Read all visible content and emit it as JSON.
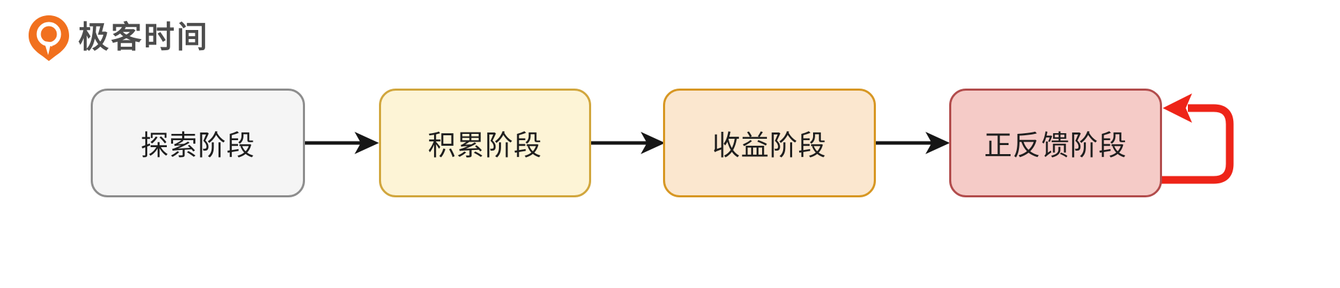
{
  "brand": {
    "name": "极客时间",
    "logo_color": "#f1701e",
    "text_color": "#4d4d4d"
  },
  "flow": {
    "stages": [
      {
        "id": "explore",
        "label": "探索阶段",
        "fill": "#f5f5f5",
        "border": "#8d8d8d"
      },
      {
        "id": "accumulate",
        "label": "积累阶段",
        "fill": "#fdf4d6",
        "border": "#d1a63d"
      },
      {
        "id": "benefit",
        "label": "收益阶段",
        "fill": "#fbe7cf",
        "border": "#d79723"
      },
      {
        "id": "positive-feedback",
        "label": "正反馈阶段",
        "fill": "#f5cbc7",
        "border": "#b24c4c"
      }
    ],
    "connector_color": "#161616",
    "loop_color": "#ee2418"
  }
}
